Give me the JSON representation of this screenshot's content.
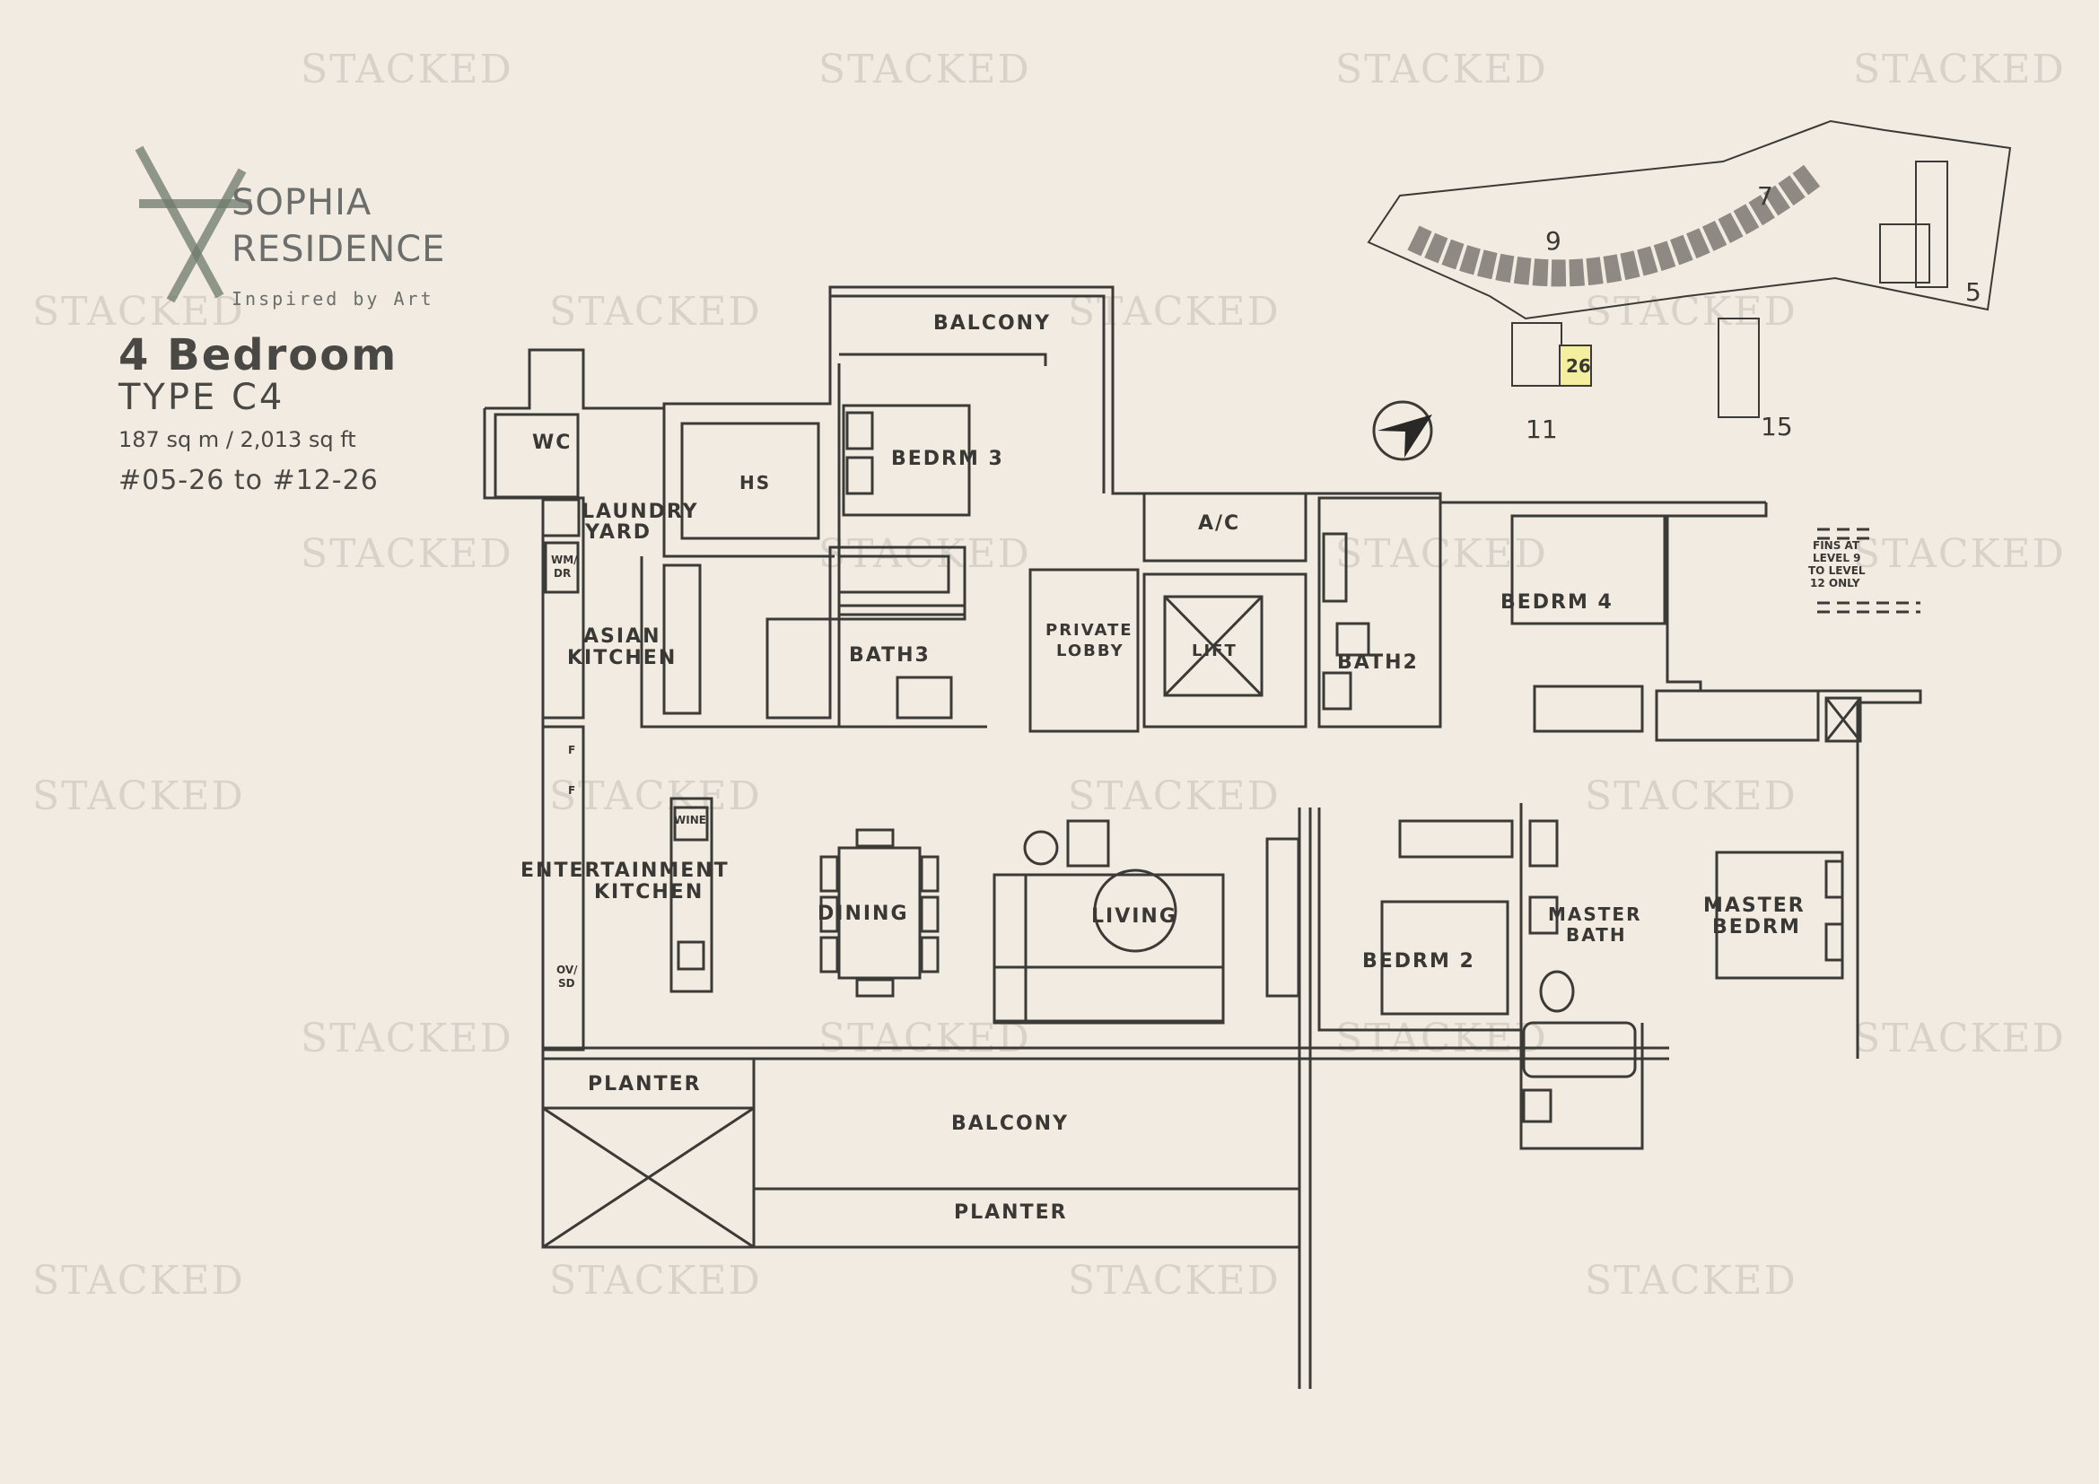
{
  "watermark": "STACKED",
  "brand": {
    "name_line1": "SOPHIA",
    "name_line2": "RESIDENCE",
    "tagline": "Inspired by Art"
  },
  "unit": {
    "title": "4 Bedroom",
    "type": "TYPE C4",
    "area": "187 sq m / 2,013 sq ft",
    "units": "#05-26 to #12-26"
  },
  "rooms": {
    "wc": "WC",
    "laundry_1": "LAUNDRY",
    "laundry_2": "YARD",
    "hs": "HS",
    "balcony_top": "BALCONY",
    "bedrm3": "BEDRM 3",
    "ac": "A/C",
    "wm_dr_1": "WM/",
    "wm_dr_2": "DR",
    "asian_kitchen_1": "ASIAN",
    "asian_kitchen_2": "KITCHEN",
    "bath3": "BATH3",
    "private_lobby_1": "PRIVATE",
    "private_lobby_2": "LOBBY",
    "lift": "LIFT",
    "bath2": "BATH2",
    "bedrm4": "BEDRM 4",
    "fins_1": "FINS AT",
    "fins_2": "LEVEL 9",
    "fins_3": "TO LEVEL",
    "fins_4": "12 ONLY",
    "wine": "WINE",
    "ent_kitchen_1": "ENTERTAINMENT",
    "ent_kitchen_2": "KITCHEN",
    "dining": "DINING",
    "living": "LIVING",
    "bedrm2": "BEDRM 2",
    "master_bath_1": "MASTER",
    "master_bath_2": "BATH",
    "master_bedrm_1": "MASTER",
    "master_bedrm_2": "BEDRM",
    "f1": "F",
    "f2": "F",
    "ov_sd_1": "OV/",
    "ov_sd_2": "SD",
    "planter_left": "PLANTER",
    "balcony_bottom": "BALCONY",
    "planter_bottom": "PLANTER"
  },
  "key_plan": {
    "blocks": [
      "9",
      "7",
      "5",
      "11",
      "15"
    ],
    "highlighted_unit": "26",
    "highlight_color": "#f3ef9e"
  },
  "colors": {
    "background": "#f1ebe1",
    "line": "#3c3a37",
    "watermark": "#d8d2ca"
  }
}
